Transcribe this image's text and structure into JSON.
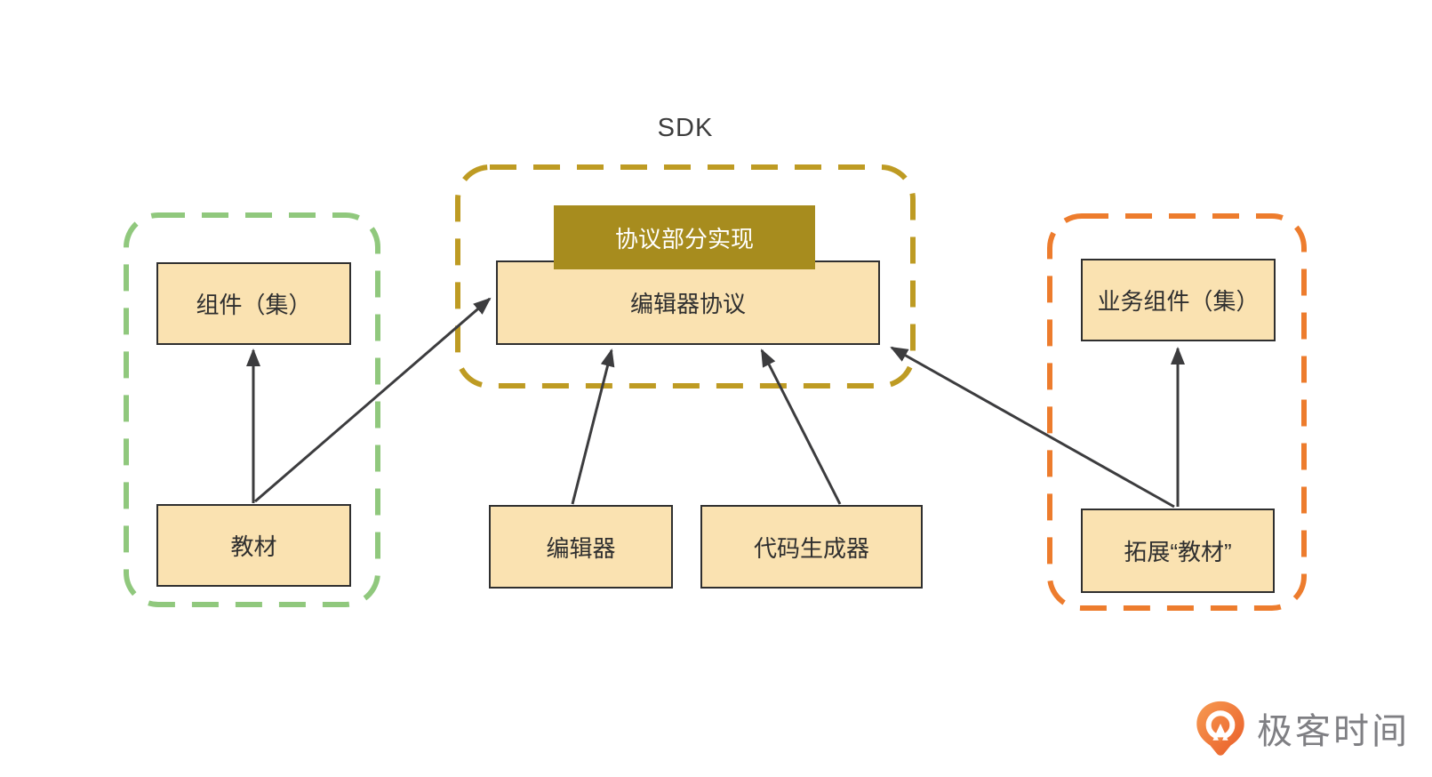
{
  "title": "SDK",
  "boxes": {
    "component_set": "组件（集）",
    "textbook": "教材",
    "protocol_impl": "协议部分实现",
    "editor_protocol": "编辑器协议",
    "editor": "编辑器",
    "code_generator": "代码生成器",
    "business_component_set": "业务组件（集）",
    "extended_textbook": "拓展“教材”"
  },
  "groups": {
    "sdk_group": "SDK",
    "left_group": "component-set-and-textbook",
    "right_group": "business-components-and-extended-textbook"
  },
  "edges": [
    {
      "from": "textbook",
      "to": "component_set"
    },
    {
      "from": "textbook",
      "to": "editor_protocol"
    },
    {
      "from": "editor",
      "to": "editor_protocol"
    },
    {
      "from": "code_generator",
      "to": "editor_protocol"
    },
    {
      "from": "extended_textbook",
      "to": "editor_protocol"
    },
    {
      "from": "extended_textbook",
      "to": "business_component_set"
    }
  ],
  "branding": {
    "name": "极客时间",
    "icon": "geektime-pin-icon"
  },
  "colors": {
    "box_fill": "#FAE2B1",
    "box_border": "#2F2F2F",
    "box_text": "#2F2F2F",
    "impl_fill": "#A78C1E",
    "impl_text": "#FFFFFF",
    "sdk_dash": "#BE9B23",
    "left_dash": "#90C87D",
    "right_dash": "#ED7C2D",
    "arrow": "#3C3C3E",
    "title_text": "#3C3C3C",
    "brand_text": "#7F7F83",
    "brand_orange_light": "#F79B52",
    "brand_orange_dark": "#E95C28"
  }
}
